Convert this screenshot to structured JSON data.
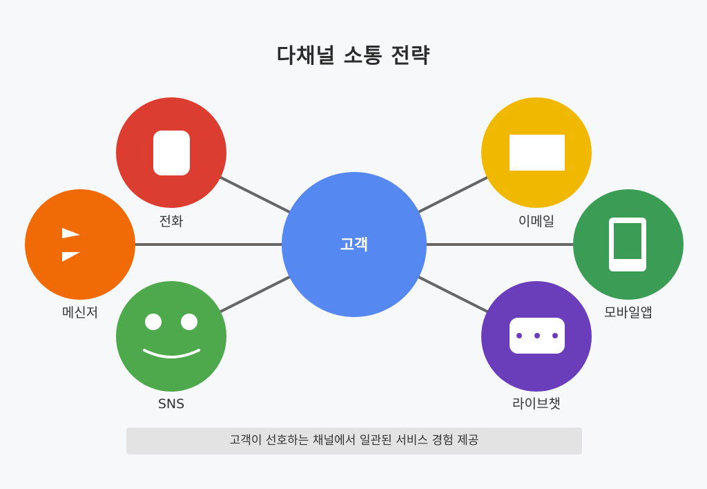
{
  "title": "다채널 소통 전략",
  "center": {
    "label": "고객",
    "color": "#5588f0"
  },
  "channels": [
    {
      "id": "phone",
      "label": "전화",
      "color": "#db3e30",
      "icon": "phone-icon"
    },
    {
      "id": "messenger",
      "label": "메신저",
      "color": "#f06a06",
      "icon": "messenger-icon"
    },
    {
      "id": "sns",
      "label": "SNS",
      "color": "#4ea84c",
      "icon": "smiley-icon"
    },
    {
      "id": "email",
      "label": "이메일",
      "color": "#f0b800",
      "icon": "envelope-icon"
    },
    {
      "id": "mobile",
      "label": "모바일앱",
      "color": "#3a9c55",
      "icon": "mobile-icon"
    },
    {
      "id": "livechat",
      "label": "라이브챗",
      "color": "#6a3dba",
      "icon": "chat-bubble-icon"
    }
  ],
  "caption": "고객이 선호하는 채널에서 일관된 서비스 경험 제공"
}
